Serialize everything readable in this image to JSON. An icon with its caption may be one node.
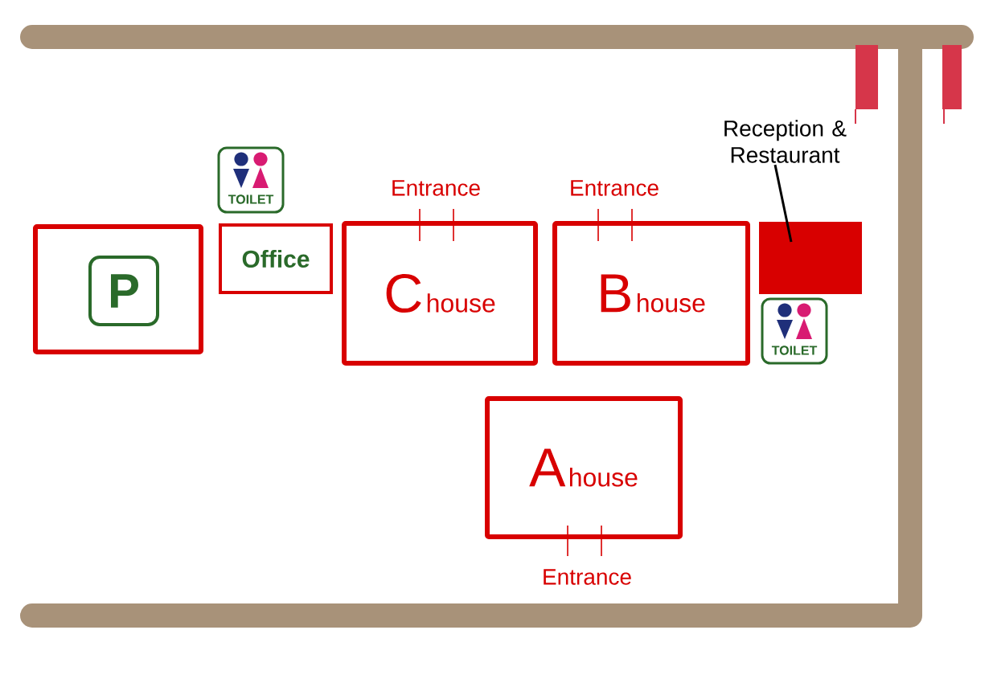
{
  "diagram": {
    "nodes": [
      {
        "text": [
          "P"
        ]
      },
      {
        "text": [
          "Office"
        ]
      },
      {
        "text": [
          "C",
          "house"
        ],
        "beside": [
          "Entrance"
        ]
      },
      {
        "text": [
          "B",
          "house"
        ],
        "beside": [
          "Entrance"
        ]
      },
      {
        "text": [
          "A",
          "house"
        ],
        "beside": [
          "Entrance"
        ]
      },
      {
        "text": [
          "Reception & Restaurant"
        ]
      },
      {
        "text": [],
        "shape": "box"
      }
    ],
    "edges": [
      {
        "from": 5,
        "to": 6,
        "arrow": "none"
      }
    ],
    "labels": [
      "TOILET",
      "TOILET"
    ]
  }
}
